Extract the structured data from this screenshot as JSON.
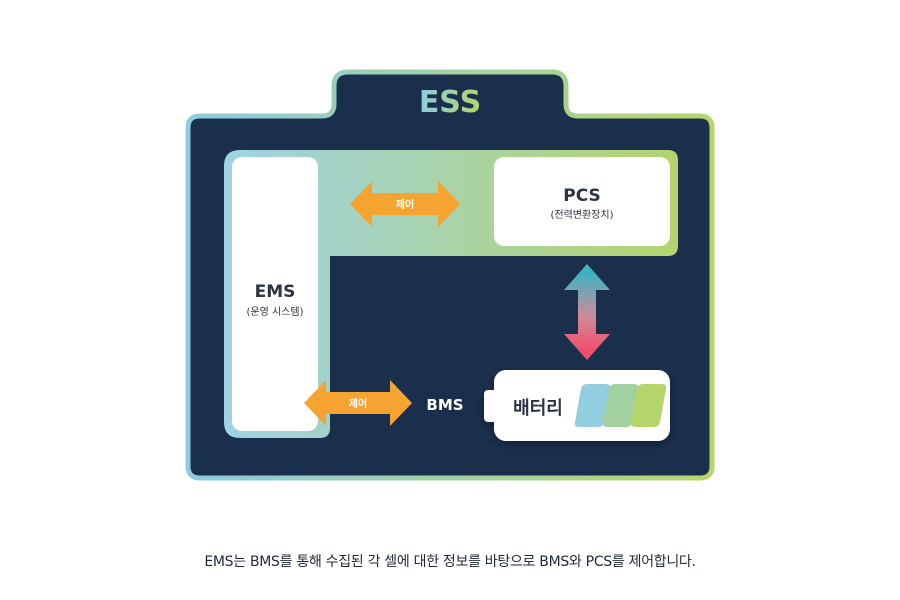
{
  "diagram": {
    "title": "ESS",
    "ems": {
      "name": "EMS",
      "sub": "(운영 시스템)"
    },
    "pcs": {
      "name": "PCS",
      "sub": "(전력변환장치)"
    },
    "battery": {
      "name": "배터리"
    },
    "bms": {
      "name": "BMS"
    },
    "arrows": {
      "top_label": "제어",
      "bottom_label": "제어"
    }
  },
  "caption": "EMS는 BMS를 통해 수집된 각 셀에 대한 정보를 바탕으로 BMS와 PCS를 제어합니다.",
  "colors": {
    "navy": "#1a2f4c",
    "blue": "#8ecbe0",
    "green": "#b5d56a",
    "orange": "#f6a431",
    "teal": "#3fb2bf",
    "pink": "#f04e6e",
    "text_dark": "#2b3440"
  }
}
